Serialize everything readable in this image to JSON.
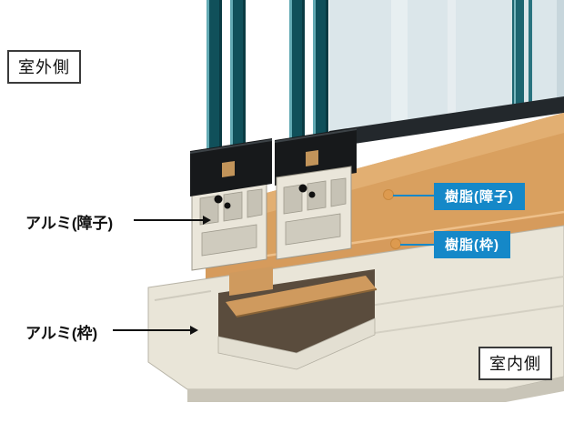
{
  "diagram": {
    "boxes": {
      "outdoor": "室外側",
      "indoor": "室内側"
    },
    "callouts": {
      "aluminum_sash": "アルミ(障子)",
      "aluminum_frame": "アルミ(枠)",
      "resin_sash": "樹脂(障子)",
      "resin_frame": "樹脂(枠)"
    },
    "colors": {
      "badge_blue": "#1588c8",
      "resin_tan": "#d9a05f",
      "resin_strip_tan": "#d69b5c",
      "aluminum_cream": "#e9e5d8",
      "glass_teal": "#10505a",
      "gasket_black": "#17191b",
      "leader_black": "#111111",
      "dot_orange": "#dd9a4f"
    }
  }
}
